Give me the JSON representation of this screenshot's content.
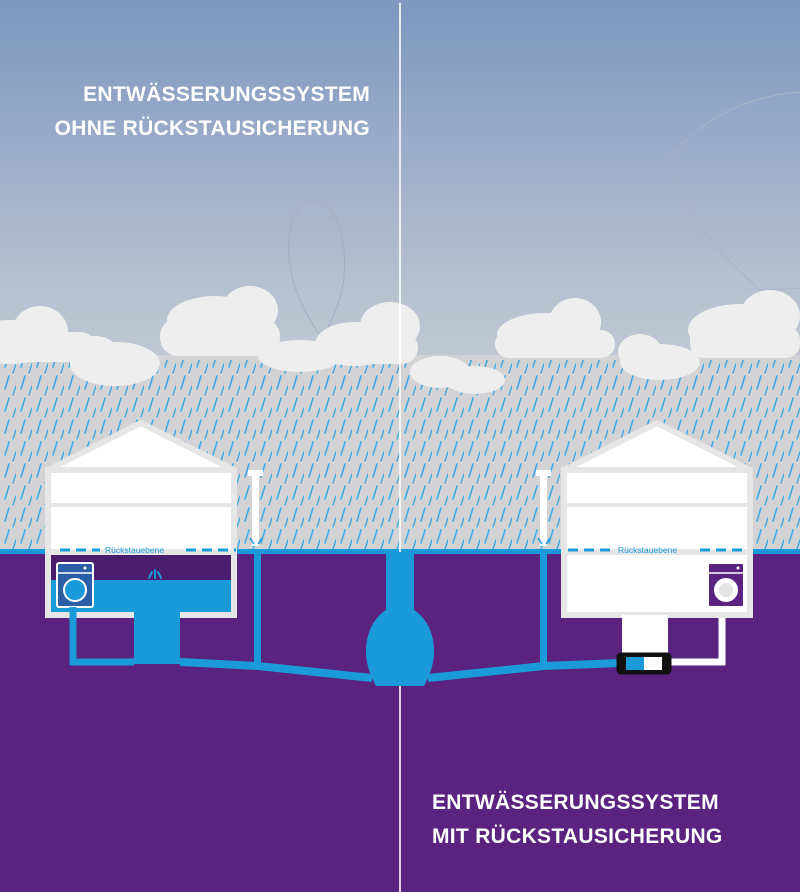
{
  "left_panel": {
    "title_line1": "ENTWÄSSERUNGSSYSTEM",
    "title_line2": "OHNE RÜCKSTAUSICHERUNG",
    "level_label": "Rückstauebene"
  },
  "right_panel": {
    "title_line1": "ENTWÄSSERUNGSSYSTEM",
    "title_line2": "MIT RÜCKSTAUSICHERUNG",
    "level_label": "Rückstauebene"
  },
  "colors": {
    "ground": "#5a2380",
    "water": "#1a9ad9",
    "rain": "#3fa9e0",
    "sky_top": "#7d97c0",
    "sky_bottom": "#d5d5d8",
    "cloud": "#eeeeee",
    "house_outline": "#e6e6e6",
    "valve": "#111111"
  }
}
